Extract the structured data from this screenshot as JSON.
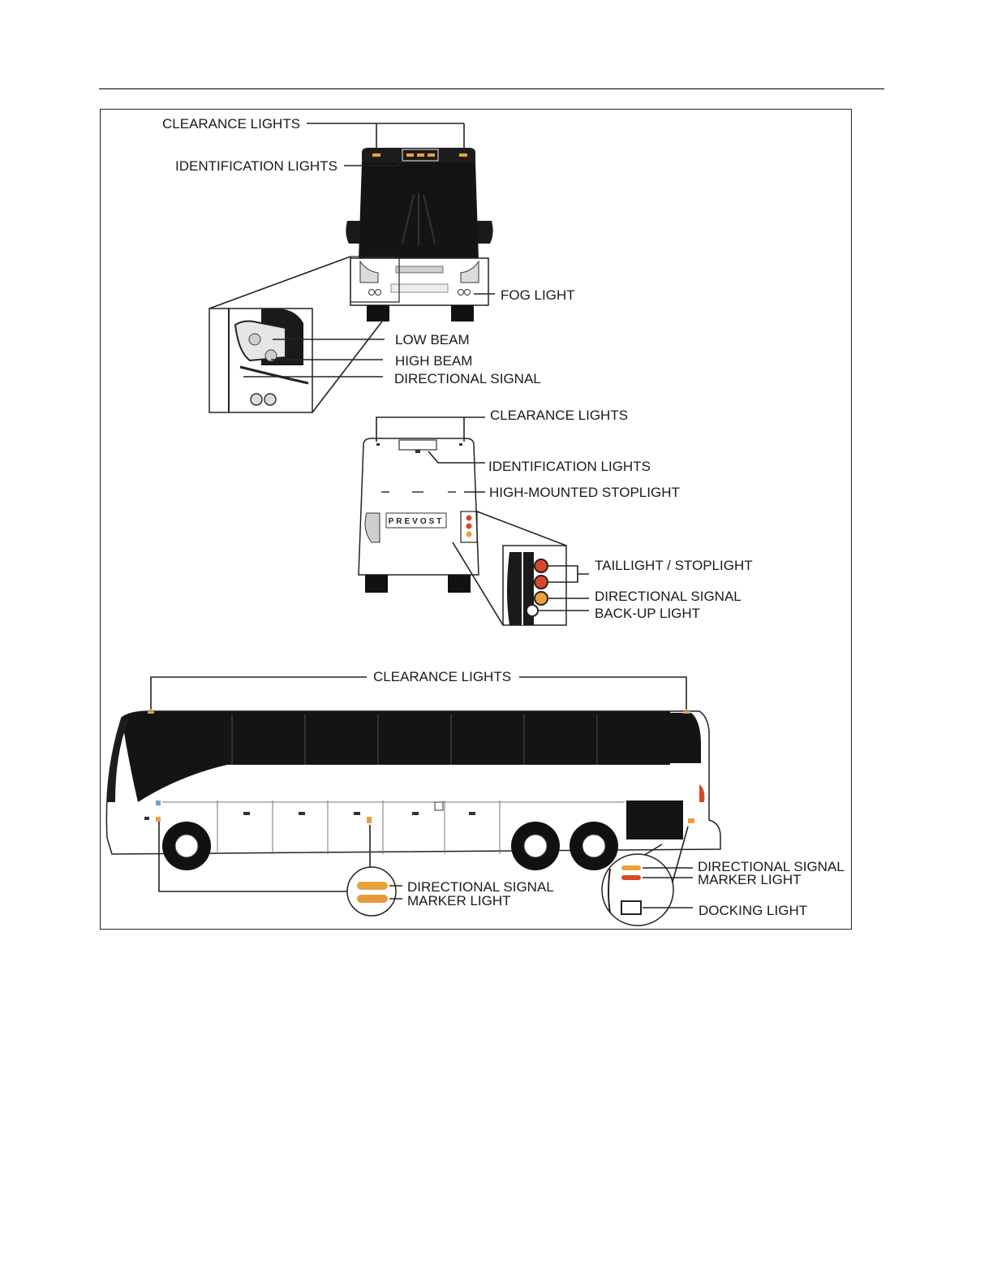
{
  "front_view": {
    "clearance_lights": "CLEARANCE LIGHTS",
    "identification_lights": "IDENTIFICATION LIGHTS",
    "fog_light": "FOG LIGHT",
    "low_beam": "LOW BEAM",
    "high_beam": "HIGH BEAM",
    "directional_signal": "DIRECTIONAL SIGNAL"
  },
  "rear_view": {
    "clearance_lights": "CLEARANCE LIGHTS",
    "identification_lights": "IDENTIFICATION LIGHTS",
    "high_mounted_stoplight": "HIGH-MOUNTED STOPLIGHT",
    "brand": "PREVOST",
    "taillight_stoplight": "TAILLIGHT / STOPLIGHT",
    "directional_signal": "DIRECTIONAL SIGNAL",
    "backup_light": "BACK-UP LIGHT"
  },
  "side_view": {
    "clearance_lights": "CLEARANCE LIGHTS",
    "left_callout": {
      "directional_signal": "DIRECTIONAL SIGNAL",
      "marker_light": "MARKER LIGHT"
    },
    "right_callout": {
      "directional_signal": "DIRECTIONAL SIGNAL",
      "marker_light": "MARKER LIGHT",
      "docking_light": "DOCKING LIGHT"
    }
  },
  "colors": {
    "coach_black": "#141414",
    "amber": "#e8a23a",
    "red": "#d9472b",
    "white": "#ffffff"
  }
}
